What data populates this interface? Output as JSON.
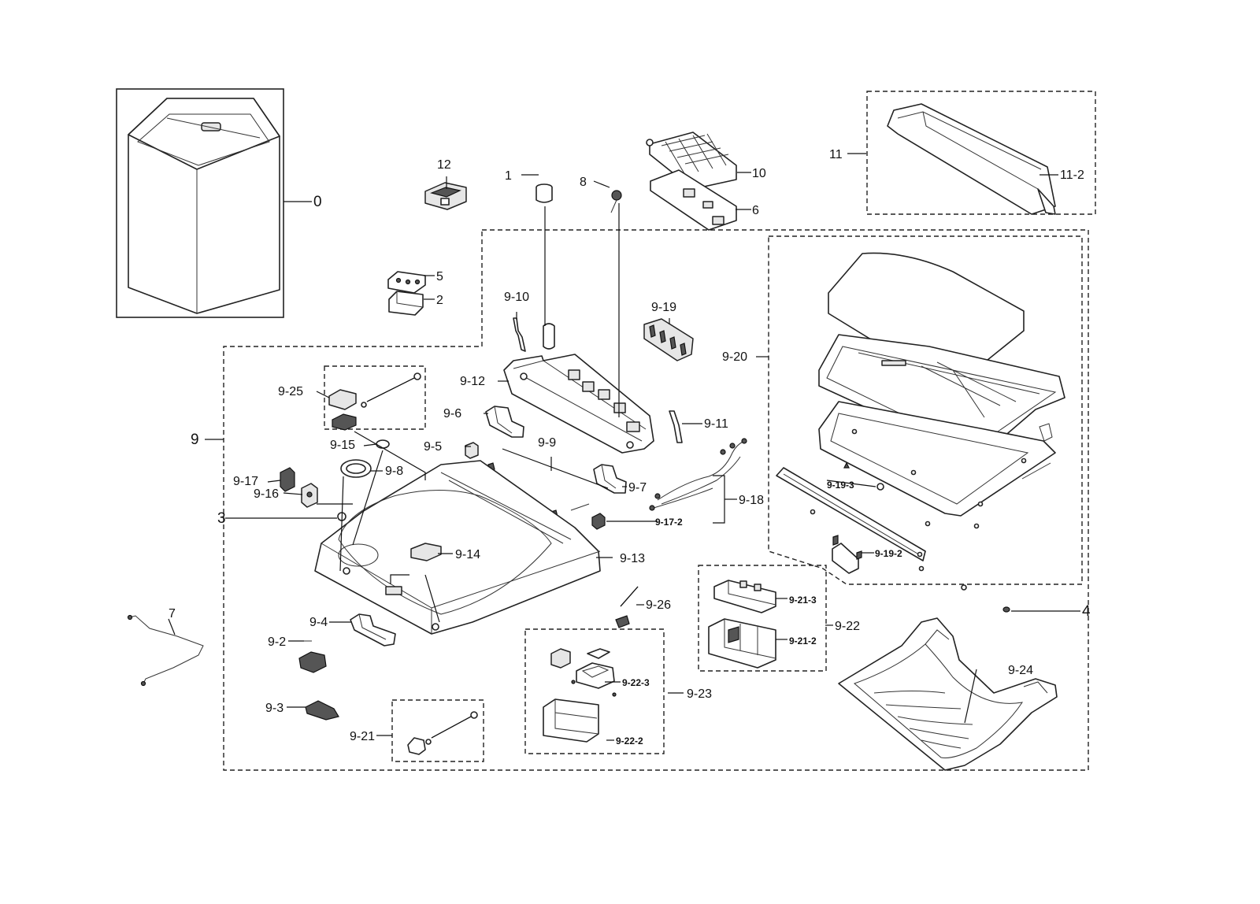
{
  "labels": {
    "l0": "0",
    "l1": "1",
    "l2": "2",
    "l3": "3",
    "l4": "4",
    "l5": "5",
    "l6": "6",
    "l7": "7",
    "l8": "8",
    "l9": "9",
    "l10": "10",
    "l11": "11",
    "l11_2": "11-2",
    "l12": "12",
    "l9_2": "9-2",
    "l9_3": "9-3",
    "l9_4": "9-4",
    "l9_5": "9-5",
    "l9_6": "9-6",
    "l9_7": "9-7",
    "l9_8": "9-8",
    "l9_9": "9-9",
    "l9_10": "9-10",
    "l9_11": "9-11",
    "l9_12": "9-12",
    "l9_13": "9-13",
    "l9_14": "9-14",
    "l9_15": "9-15",
    "l9_16": "9-16",
    "l9_17": "9-17",
    "l9_17_2": "9-17-2",
    "l9_18": "9-18",
    "l9_19": "9-19",
    "l9_19_2": "9-19-2",
    "l9_19_3": "9-19-3",
    "l9_20": "9-20",
    "l9_21": "9-21",
    "l9_21_2": "9-21-2",
    "l9_21_3": "9-21-3",
    "l9_22": "9-22",
    "l9_22_2": "9-22-2",
    "l9_22_3": "9-22-3",
    "l9_23": "9-23",
    "l9_24": "9-24",
    "l9_25": "9-25",
    "l9_26": "9-26"
  },
  "colors": {
    "line": "#222222",
    "background": "#ffffff",
    "fill_light": "#e6e6e6"
  }
}
